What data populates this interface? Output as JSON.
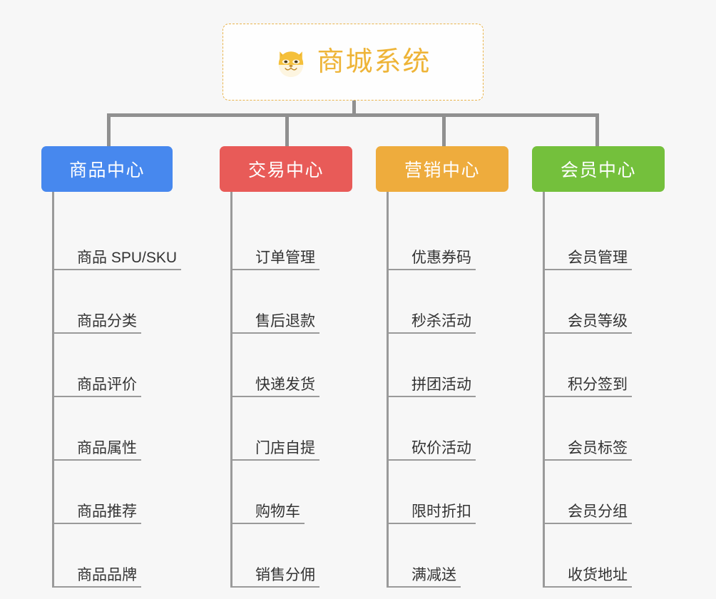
{
  "diagram": {
    "type": "org-chart",
    "root": {
      "title": "商城系统",
      "icon": "shiba-inu-dog-face-icon",
      "border_color": "#e9b44c",
      "text_color": "#eeb437",
      "background": "#fefefe"
    },
    "connector_color": "#909090",
    "leaf_line_color": "#9a9a9a",
    "leaf_text_color": "#333333",
    "canvas_background": "#f7f7f7",
    "branches": [
      {
        "label": "商品中心",
        "color": "#4788ee",
        "items": [
          "商品 SPU/SKU",
          "商品分类",
          "商品评价",
          "商品属性",
          "商品推荐",
          "商品品牌"
        ]
      },
      {
        "label": "交易中心",
        "color": "#e85b58",
        "items": [
          "订单管理",
          "售后退款",
          "快递发货",
          "门店自提",
          "购物车",
          "销售分佣"
        ]
      },
      {
        "label": "营销中心",
        "color": "#eeac3d",
        "items": [
          "优惠券码",
          "秒杀活动",
          "拼团活动",
          "砍价活动",
          "限时折扣",
          "满减送"
        ]
      },
      {
        "label": "会员中心",
        "color": "#74c03c",
        "items": [
          "会员管理",
          "会员等级",
          "积分签到",
          "会员标签",
          "会员分组",
          "收货地址"
        ]
      }
    ]
  }
}
